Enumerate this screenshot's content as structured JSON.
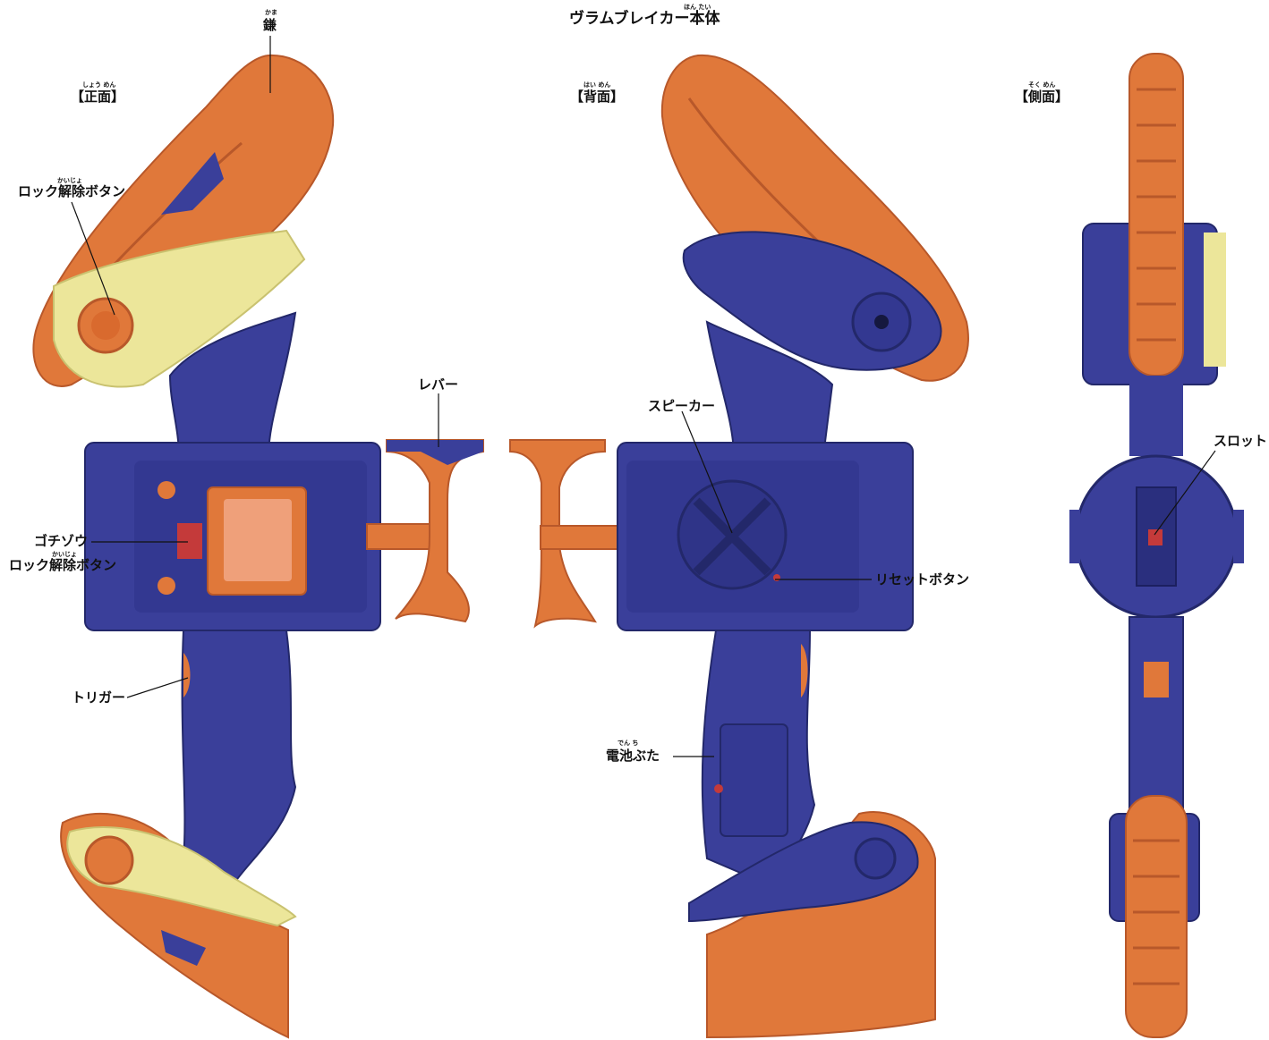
{
  "title": {
    "text": "ヴラムブレイカー本体",
    "ruby": "ほん たい"
  },
  "views": {
    "front": {
      "text": "【正面】",
      "ruby": "しょう めん"
    },
    "back": {
      "text": "【背面】",
      "ruby": "はい めん"
    },
    "side": {
      "text": "【側面】",
      "ruby": "そく めん"
    }
  },
  "labels": {
    "kama": {
      "text": "鎌",
      "ruby": "かま"
    },
    "lock_release": {
      "text": "ロック解除ボタン",
      "ruby": "かいじょ"
    },
    "gochizo_line1": "ゴチゾウ",
    "gochizo_line2": {
      "text": "ロック解除ボタン",
      "ruby": "かいじょ"
    },
    "trigger": "トリガー",
    "lever": "レバー",
    "speaker": "スピーカー",
    "reset": "リセットボタン",
    "battery": {
      "text": "電池ぶた",
      "ruby": "でん ち"
    },
    "slot": "スロット"
  },
  "colors": {
    "orange": "#e0783a",
    "navy": "#3a3f9a",
    "yellow": "#ece69a",
    "dark": "#23286a"
  }
}
